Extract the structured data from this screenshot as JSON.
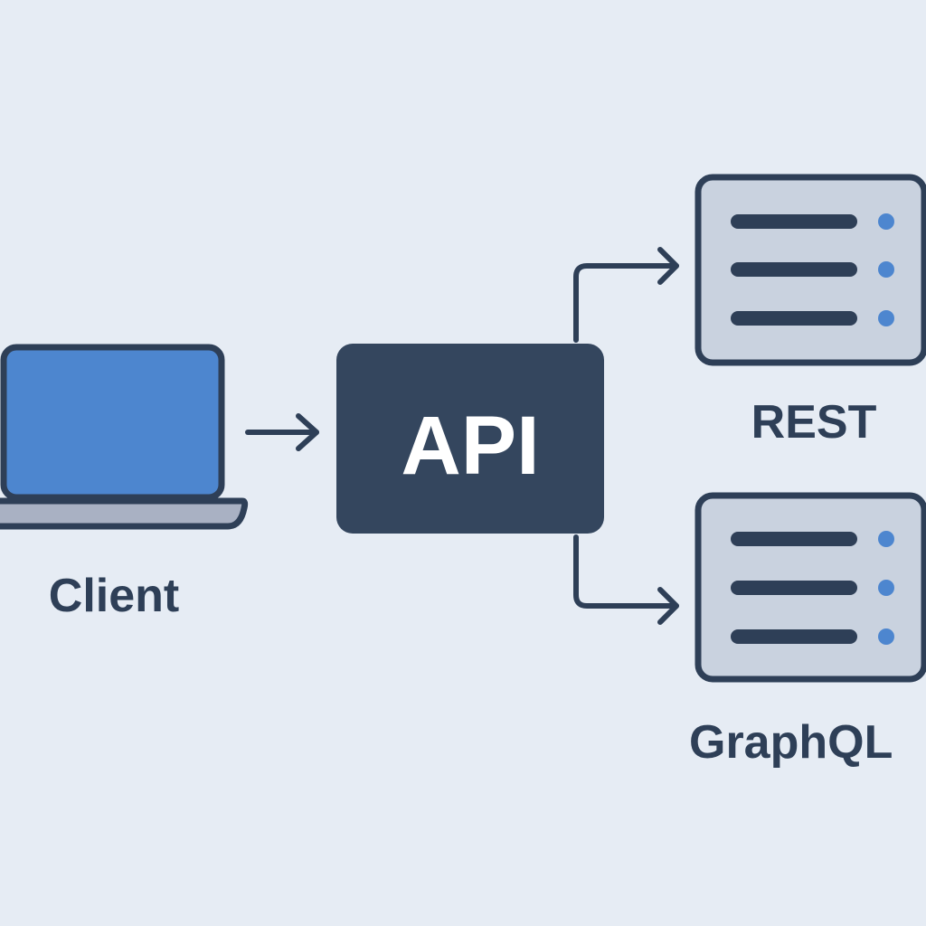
{
  "nodes": {
    "client": {
      "label": "Client"
    },
    "api": {
      "label": "API"
    },
    "rest": {
      "label": "REST"
    },
    "graphql": {
      "label": "GraphQL"
    }
  },
  "colors": {
    "background": "#e6ecf4",
    "outline": "#2e3f57",
    "laptop_screen": "#4d86cf",
    "laptop_base": "#a9b1c3",
    "api_box": "#34465e",
    "server_fill": "#c9d2df",
    "server_dot": "#4d86cf"
  },
  "icons": {
    "client": "laptop-icon",
    "rest": "server-icon",
    "graphql": "server-icon"
  }
}
